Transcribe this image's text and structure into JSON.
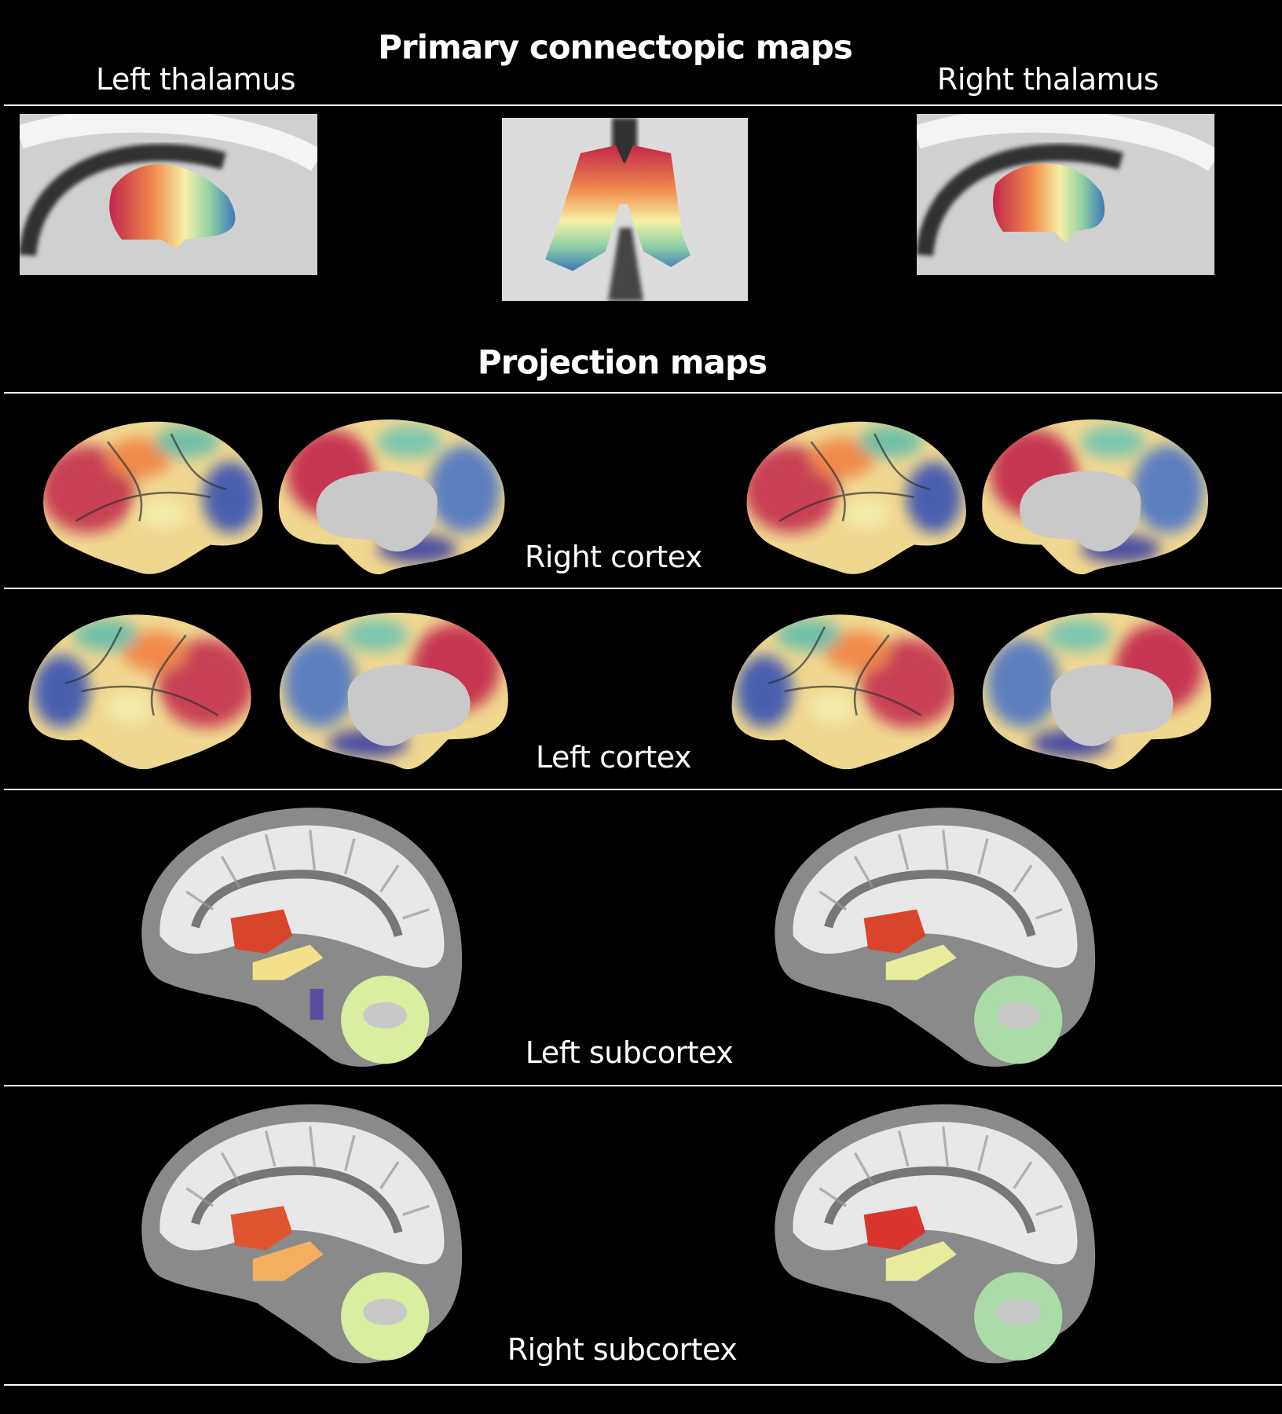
{
  "top": {
    "title": "Primary connectopic maps",
    "left_label": "Left thalamus",
    "right_label": "Right thalamus"
  },
  "projection": {
    "title": "Projection maps",
    "rows": [
      {
        "label": "Right cortex"
      },
      {
        "label": "Left cortex"
      },
      {
        "label": "Left subcortex"
      },
      {
        "label": "Right subcortex"
      }
    ]
  },
  "colors": {
    "red": "#c2264a",
    "orange": "#f08a4b",
    "yellow": "#f7f0a6",
    "green": "#8fd1a4",
    "blue": "#3d79b8",
    "purple": "#5a4ea0"
  }
}
